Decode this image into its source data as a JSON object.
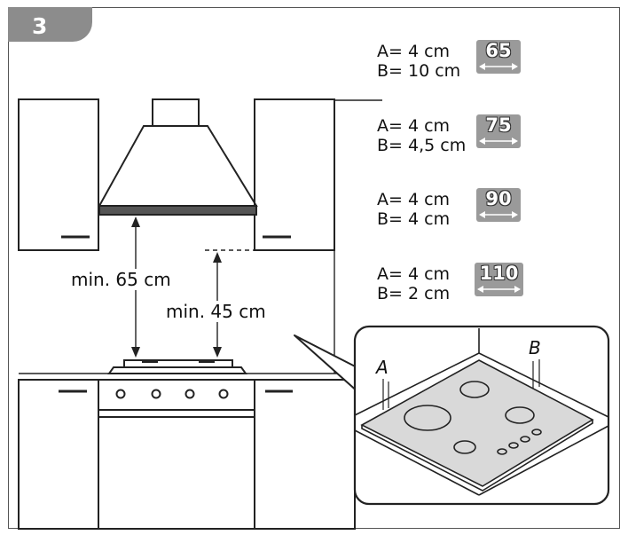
{
  "step": "3",
  "specs": [
    {
      "a": "A= 4 cm",
      "b": "B= 10 cm",
      "width": "65"
    },
    {
      "a": "A= 4 cm",
      "b": "B= 4,5 cm",
      "width": "75"
    },
    {
      "a": "A= 4 cm",
      "b": "B= 4 cm",
      "width": "90"
    },
    {
      "a": "A= 4 cm",
      "b": "B= 2 cm",
      "width": "110"
    }
  ],
  "dimensions": {
    "hood": "min. 65 cm",
    "cabinet": "min. 45 cm"
  },
  "detail": {
    "label_a": "A",
    "label_b": "B"
  }
}
